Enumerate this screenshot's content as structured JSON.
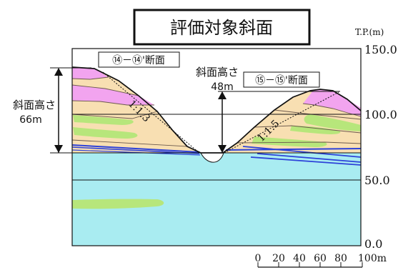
{
  "title": "評価対象斜面",
  "sections": {
    "left": "⑭－⑭'断面",
    "right": "⑮－⑮'断面"
  },
  "heights": {
    "left_label": "斜面高さ",
    "left_value": "66m",
    "right_label": "斜面高さ",
    "right_value": "48m"
  },
  "slopes": {
    "left": "1:1.3",
    "right": "1:1.5"
  },
  "elevation_axis": {
    "unit_label": "T.P.(m)",
    "ticks": [
      {
        "label": "150.0",
        "value": 150
      },
      {
        "label": "100.0",
        "value": 100
      },
      {
        "label": "50.0",
        "value": 50
      },
      {
        "label": "0.0",
        "value": 0
      }
    ]
  },
  "scale_bar": {
    "ticks": [
      "0",
      "20",
      "40",
      "60",
      "80",
      "100m"
    ]
  },
  "colors": {
    "water": "#a9ecf1",
    "tan": "#f8dfb2",
    "pink": "#f2a4ef",
    "green": "#b7e67b",
    "blue_band": "#2d42d9",
    "frame": "#111111"
  }
}
